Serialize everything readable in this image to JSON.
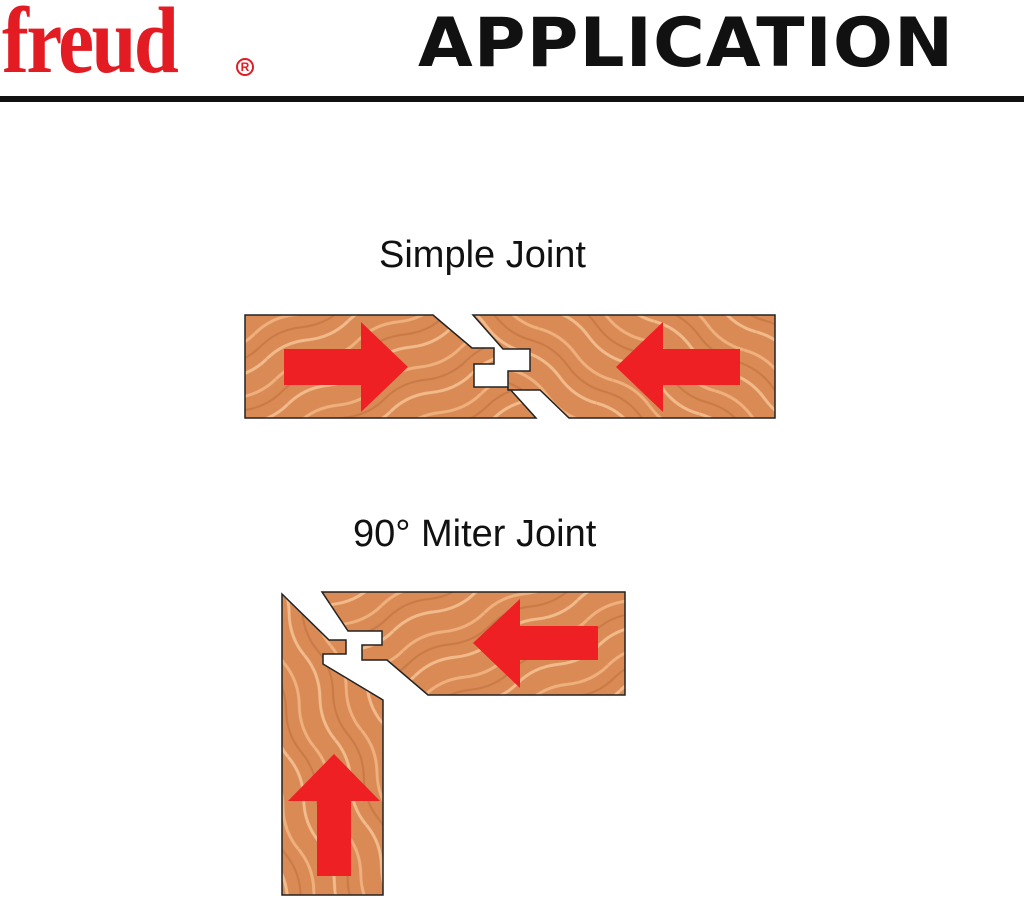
{
  "header": {
    "brand": "freud",
    "registered": "R",
    "title": "APPLICATION"
  },
  "joints": [
    {
      "label": "Simple Joint"
    },
    {
      "label": "90° Miter Joint"
    }
  ],
  "colors": {
    "brand_red": "#e31b23",
    "arrow_red": "#ee2024",
    "wood": "#d98a55",
    "wood_grain": "#efb07d",
    "outline": "#222222"
  }
}
